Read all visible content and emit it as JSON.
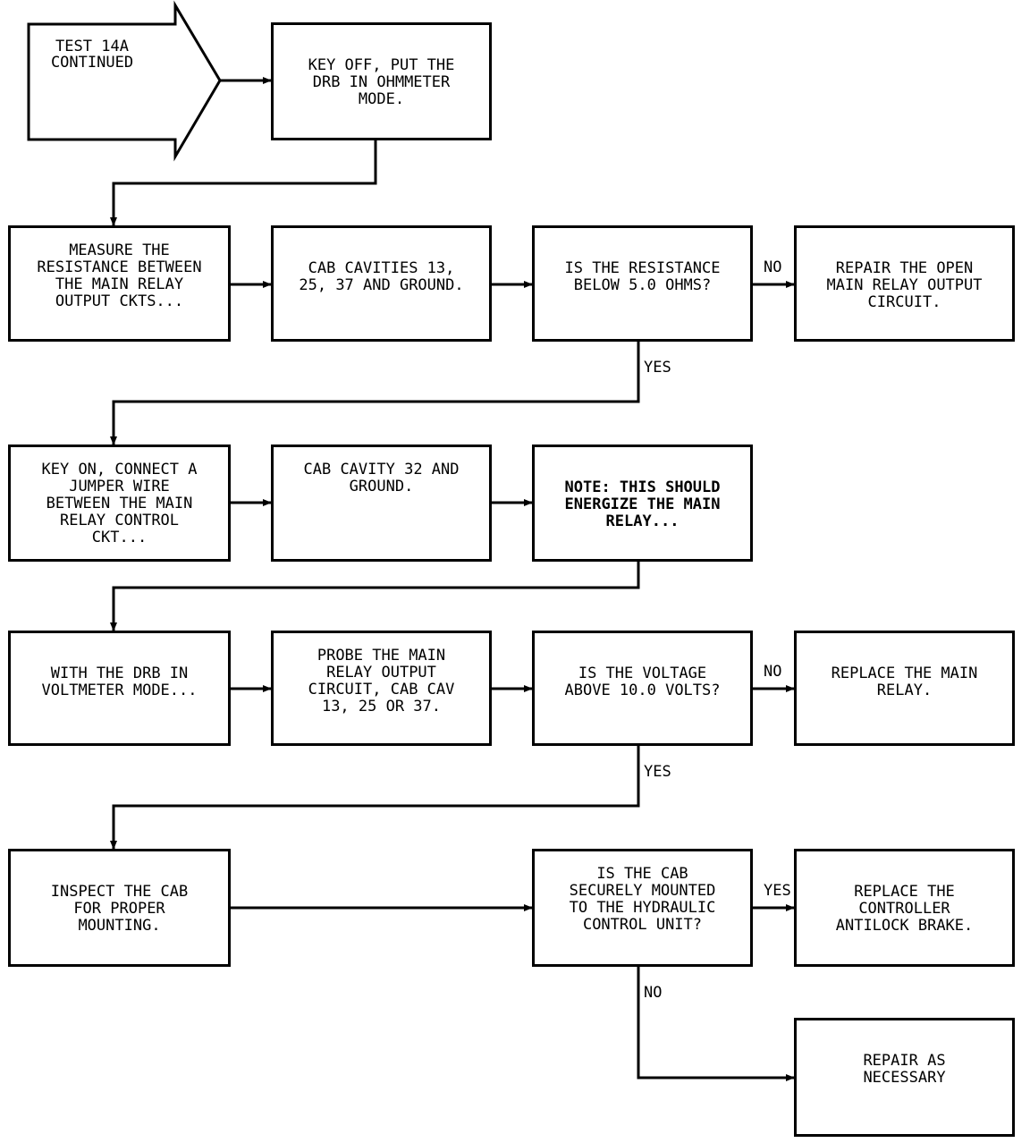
{
  "start": {
    "text": "TEST 14A\nCONTINUED"
  },
  "boxes": {
    "key_off": "KEY OFF, PUT THE\nDRB IN OHMMETER\nMODE.",
    "measure": "MEASURE THE\nRESISTANCE BETWEEN\nTHE MAIN RELAY\nOUTPUT CKTS...",
    "cab_cavities": "CAB CAVITIES 13,\n25, 37 AND GROUND.",
    "resistance_q": "IS THE RESISTANCE\nBELOW 5.0 OHMS?",
    "repair_open": "REPAIR THE OPEN\nMAIN RELAY OUTPUT\nCIRCUIT.",
    "key_on": "KEY ON, CONNECT A\nJUMPER WIRE\nBETWEEN THE MAIN\nRELAY CONTROL\nCKT...",
    "cab_cavity_32": "CAB CAVITY 32 AND\nGROUND.",
    "note": "NOTE: THIS SHOULD\nENERGIZE THE MAIN\nRELAY...",
    "voltmeter": "WITH THE DRB IN\nVOLTMETER MODE...",
    "probe": "PROBE THE MAIN\nRELAY OUTPUT\nCIRCUIT, CAB CAV\n13, 25 OR 37.",
    "voltage_q": "IS THE VOLTAGE\nABOVE 10.0 VOLTS?",
    "replace_relay": "REPLACE THE MAIN\nRELAY.",
    "inspect": "INSPECT THE CAB\nFOR PROPER\nMOUNTING.",
    "mounted_q": "IS THE CAB\nSECURELY MOUNTED\nTO THE HYDRAULIC\nCONTROL UNIT?",
    "replace_controller": "REPLACE THE\nCONTROLLER\nANTILOCK BRAKE.",
    "repair_necessary": "REPAIR AS\nNECESSARY"
  },
  "labels": {
    "no_1": "NO",
    "yes_1": "YES",
    "no_2": "NO",
    "yes_2": "YES",
    "yes_3": "YES",
    "no_3": "NO"
  }
}
